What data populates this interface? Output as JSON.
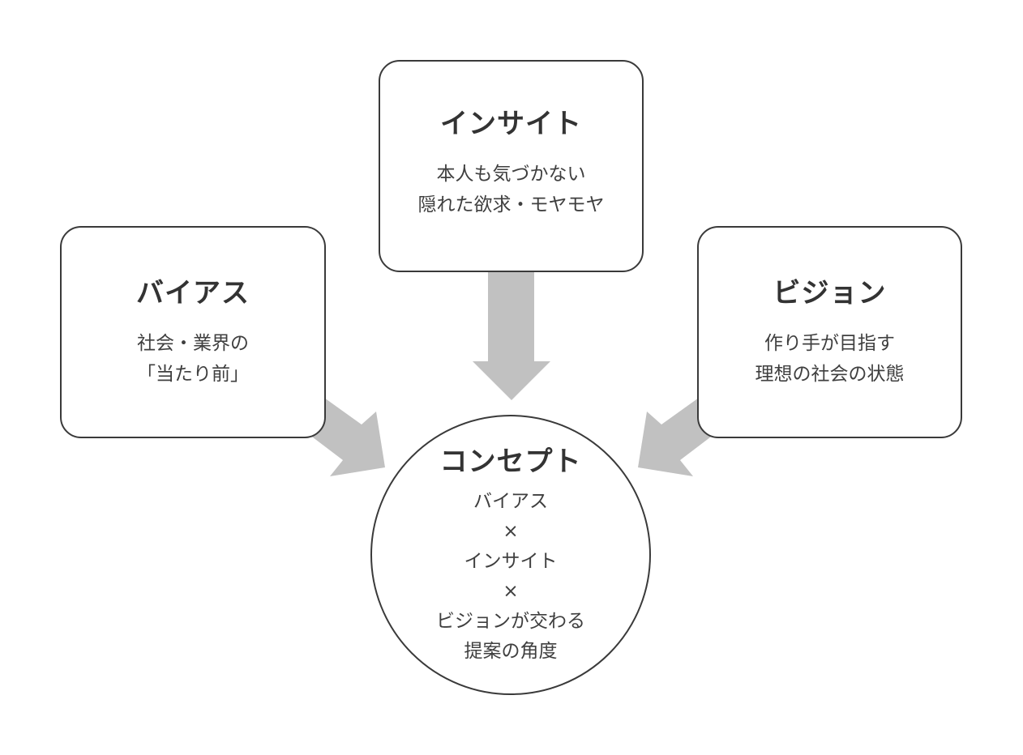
{
  "diagram": {
    "nodes": {
      "insight": {
        "title": "インサイト",
        "desc": [
          "本人も気づかない",
          "隠れた欲求・モヤモヤ"
        ]
      },
      "bias": {
        "title": "バイアス",
        "desc": [
          "社会・業界の",
          "「当たり前」"
        ]
      },
      "vision": {
        "title": "ビジョン",
        "desc": [
          "作り手が目指す",
          "理想の社会の状態"
        ]
      },
      "concept": {
        "title": "コンセプト",
        "desc": [
          "バイアス",
          "×",
          "インサイト",
          "×",
          "ビジョンが交わる",
          "提案の角度"
        ]
      }
    },
    "edges": [
      {
        "from": "insight",
        "to": "concept"
      },
      {
        "from": "bias",
        "to": "concept"
      },
      {
        "from": "vision",
        "to": "concept"
      }
    ],
    "colors": {
      "arrow": "#c1c1c1",
      "border": "#3a3a3a",
      "background": "#ffffff"
    }
  }
}
